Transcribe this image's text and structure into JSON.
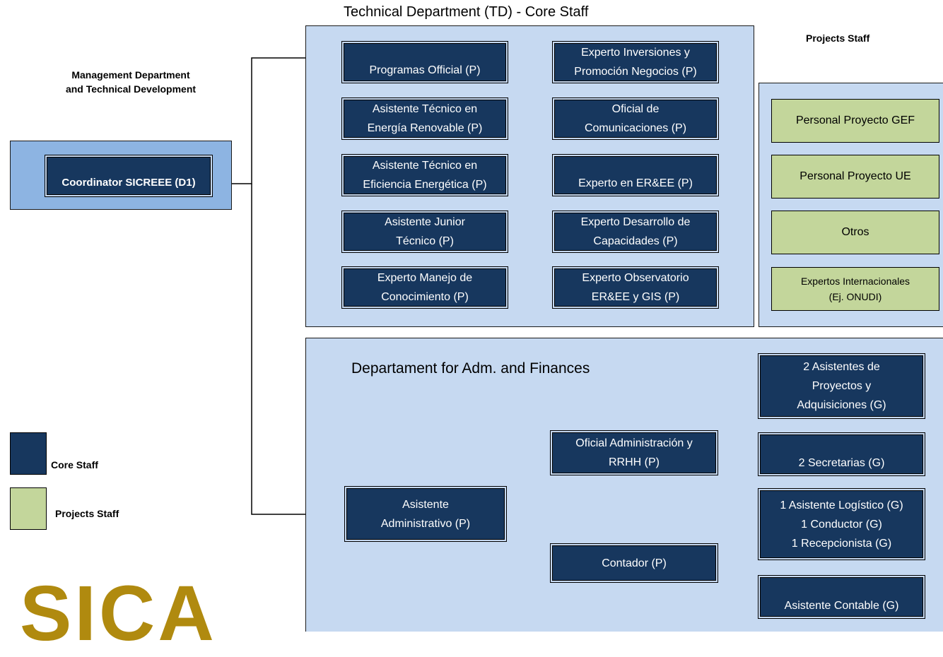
{
  "titles": {
    "td": "Technical Department (TD) - Core Staff",
    "projects": "Projects Staff",
    "management": "Management Department\nand Technical Development",
    "adm": "Departament for Adm. and Finances"
  },
  "coordinator": "Coordinator SICREEE (D1)",
  "td_boxes": [
    "Programas Official (P)",
    "Experto Inversiones y\nPromoción Negocios (P)",
    "Asistente Técnico en\nEnergía Renovable (P)",
    "Oficial de\nComunicaciones (P)",
    "Asistente Técnico en\nEficiencia Energética (P)",
    "Experto en ER&EE (P)",
    "Asistente Junior\nTécnico (P)",
    "Experto Desarrollo de\nCapacidades (P)",
    "Experto Manejo de\nConocimiento (P)",
    "Experto Observatorio\nER&EE y GIS (P)"
  ],
  "projects_boxes": [
    "Personal Proyecto GEF",
    "Personal Proyecto UE",
    "Otros",
    "Expertos  Internacionales\n(Ej. ONUDI)"
  ],
  "adm_boxes": {
    "asistente_admin": "Asistente\nAdministrativo (P)",
    "oficial_admin": "Oficial Administración y\nRRHH (P)",
    "contador": "Contador (P)",
    "asistentes_proyectos": "2 Asistentes de\nProyectos y\nAdquisiciones (G)",
    "secretarias": "2 Secretarias (G)",
    "logistico": "1 Asistente Logístico (G)\n1 Conductor (G)\n1 Recepcionista (G)",
    "contable": "Asistente Contable (G)"
  },
  "legend": {
    "core": "Core Staff",
    "projects": "Projects Staff"
  },
  "logo_text": "SICA",
  "colors": {
    "core_box": "#17375e",
    "project_box": "#c3d69b",
    "panel": "#c6d9f1",
    "coordinator_panel": "#8db4e2",
    "logo": "#b08a0f"
  }
}
